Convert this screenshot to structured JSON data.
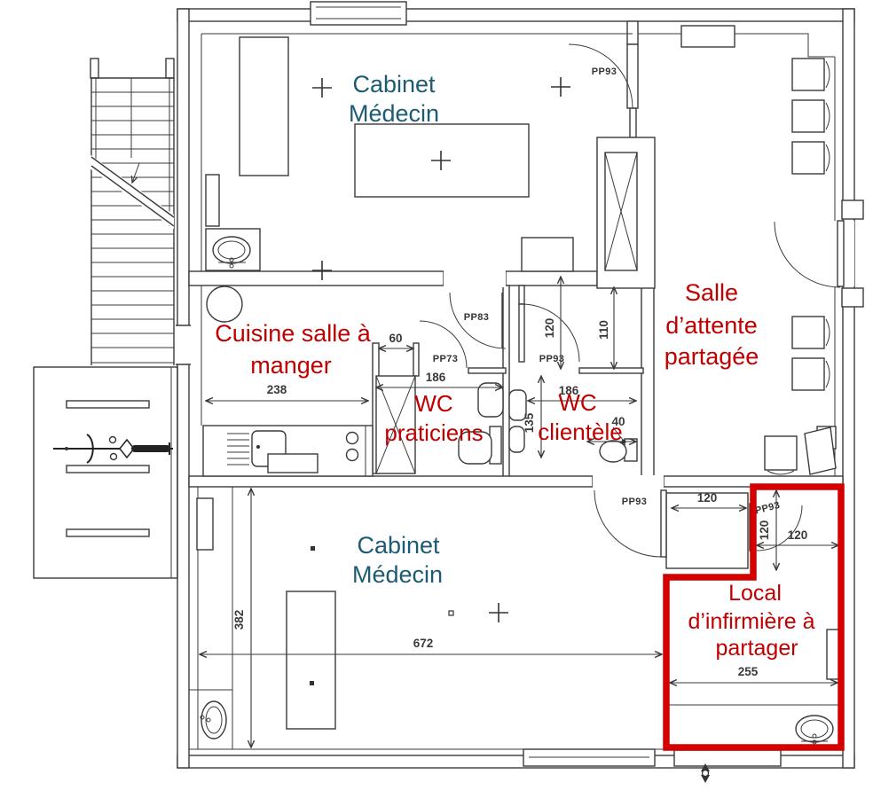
{
  "rooms": {
    "cabinet_medecin_top": {
      "line1": "Cabinet",
      "line2": "Médecin"
    },
    "cabinet_medecin_bottom": {
      "line1": "Cabinet",
      "line2": "Médecin"
    },
    "cuisine": {
      "line1": "Cuisine salle à",
      "line2": "manger"
    },
    "wc_praticiens": {
      "line1": "WC",
      "line2": "praticiens"
    },
    "wc_clientele": {
      "line1": "WC",
      "line2": "clientèle"
    },
    "salle_attente": {
      "line1": "Salle",
      "line2": "d’attente",
      "line3": "partagée"
    },
    "local_infirmiere": {
      "line1": "Local",
      "line2": "d’infirmière à",
      "line3": "partager"
    }
  },
  "doors": {
    "pp93_top": "PP93",
    "pp83": "PP83",
    "pp73": "PP73",
    "pp93_corridor": "PP93",
    "pp93_cabinet": "PP93",
    "pp93_local": "PP93"
  },
  "dimensions": {
    "cuisine_width": "238",
    "niche_width": "60",
    "wc_praticiens_width": "186",
    "corridor_depth_a": "120",
    "corridor_depth_b": "110",
    "wc_clientele_width": "186",
    "wc_clientele_depth": "135",
    "wc_offset": "40",
    "closet_width": "120",
    "closet_depth": "120",
    "local_entry": "120",
    "cabinet_depth": "382",
    "cabinet_width": "672",
    "local_width": "255"
  },
  "colors": {
    "room_label_teal": "#1d5b73",
    "room_label_red": "#c00000",
    "highlight_outline": "#d40000",
    "drawing_line": "#3a3a3a"
  }
}
